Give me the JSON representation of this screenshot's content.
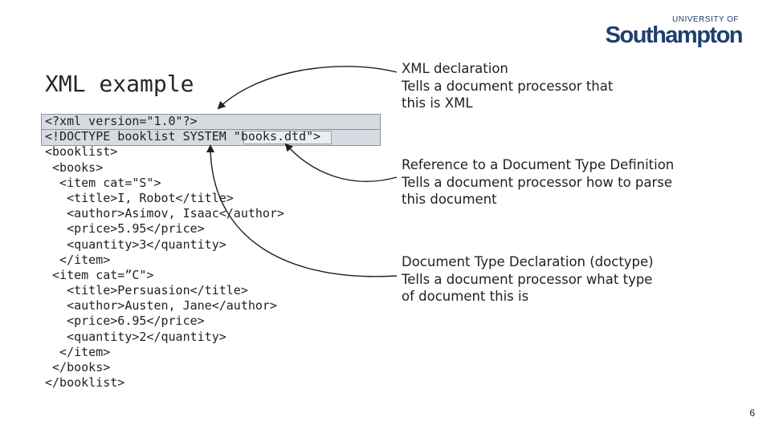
{
  "logo": {
    "line1": "UNIVERSITY OF",
    "line2": "Southampton"
  },
  "slide": {
    "title": "XML example",
    "page_number": "6"
  },
  "code_lines": [
    "<?xml version=\"1.0\"?>",
    "<!DOCTYPE booklist SYSTEM \"books.dtd\">",
    "<booklist>",
    " <books>",
    "  <item cat=\"S\">",
    "   <title>I, Robot</title>",
    "   <author>Asimov, Isaac</author>",
    "   <price>5.95</price>",
    "   <quantity>3</quantity>",
    "  </item>",
    " <item cat=”C\">",
    "   <title>Persuasion</title>",
    "   <author>Austen, Jane</author>",
    "   <price>6.95</price>",
    "   <quantity>2</quantity>",
    "  </item>",
    " </books>",
    "</booklist>"
  ],
  "annotations": [
    {
      "heading": "XML declaration",
      "body": [
        "Tells a document processor that",
        "this is XML"
      ]
    },
    {
      "heading": "Reference to a Document Type Definition",
      "body": [
        "Tells a document processor how to parse",
        "this document"
      ]
    },
    {
      "heading": "Document Type Declaration (doctype)",
      "body": [
        "Tells a document processor what type",
        "of document this is"
      ]
    }
  ]
}
